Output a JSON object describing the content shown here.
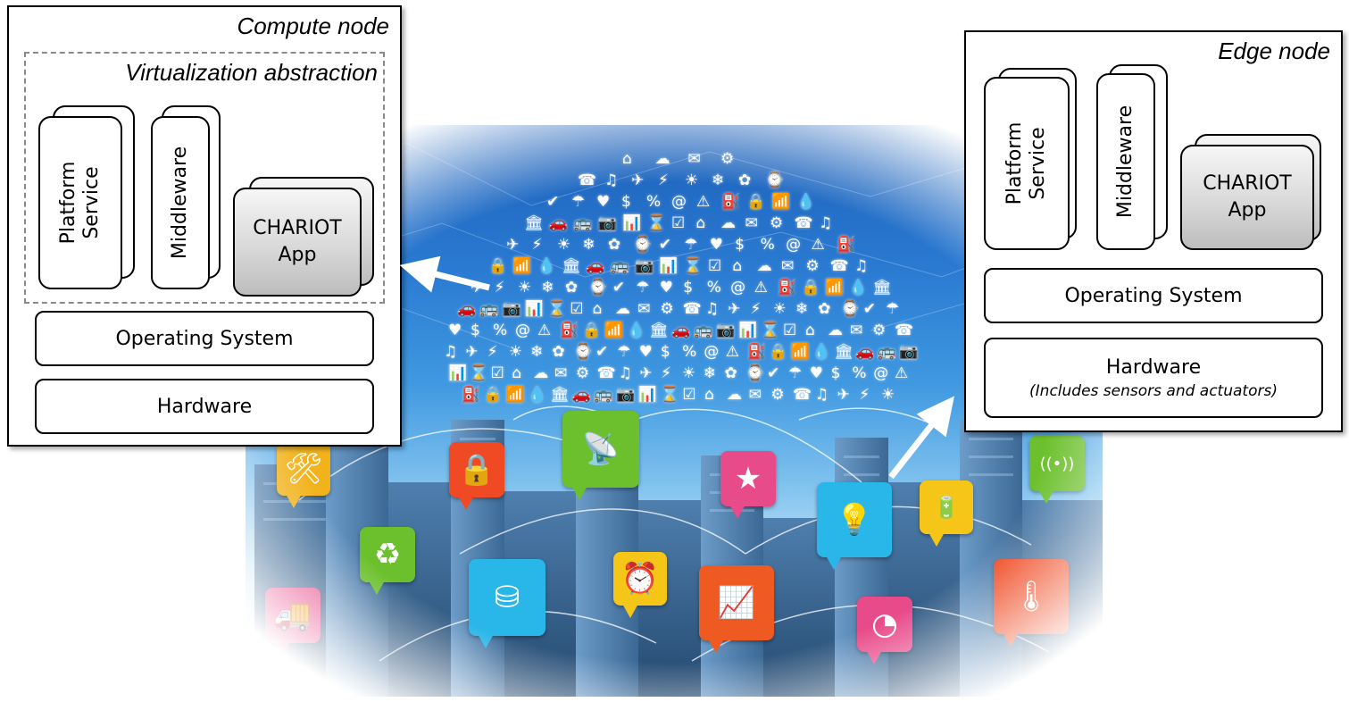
{
  "compute_node": {
    "title": "Compute node",
    "virtualization_label": "Virtualization abstraction",
    "platform_service": [
      "Platform",
      "Service"
    ],
    "middleware": "Middleware",
    "chariot_app": [
      "CHARIOT",
      "App"
    ],
    "operating_system": "Operating System",
    "hardware": "Hardware"
  },
  "edge_node": {
    "title": "Edge node",
    "platform_service": [
      "Platform",
      "Service"
    ],
    "middleware": "Middleware",
    "chariot_app": [
      "CHARIOT",
      "App"
    ],
    "operating_system": "Operating System",
    "hardware": "Hardware",
    "hardware_note": "(Includes sensors and actuators)"
  },
  "cloud_icon_glyphs": [
    "⌂",
    "☁",
    "✉",
    "⚙",
    "☎",
    "♫",
    "✈",
    "⚡",
    "☀",
    "❄",
    "✿",
    "⌚",
    "✔",
    "☂",
    "♥",
    "$",
    "%",
    "@",
    "⚠",
    "⛽",
    "🔒",
    "📶",
    "💧",
    "🏛",
    "🚗",
    "🚌",
    "📷",
    "📊",
    "⌛",
    "☑"
  ],
  "city_icons": [
    {
      "name": "tools-icon",
      "glyph": "🛠",
      "color": "#f2b21a"
    },
    {
      "name": "lock-icon",
      "glyph": "🔒",
      "color": "#ef4a23"
    },
    {
      "name": "satellite-dish-icon",
      "glyph": "📡",
      "color": "#6cc02d"
    },
    {
      "name": "police-badge-icon",
      "glyph": "★",
      "color": "#e84b8a"
    },
    {
      "name": "lightbulb-icon",
      "glyph": "💡",
      "color": "#29b6e8"
    },
    {
      "name": "battery-icon",
      "glyph": "🔋",
      "color": "#f5c518"
    },
    {
      "name": "wireless-signal-icon",
      "glyph": "((•))",
      "color": "#6cc02d"
    },
    {
      "name": "recycle-icon",
      "glyph": "♻",
      "color": "#6cc02d"
    },
    {
      "name": "database-add-icon",
      "glyph": "⛁",
      "color": "#29b6e8"
    },
    {
      "name": "clock-icon",
      "glyph": "⏰",
      "color": "#f5c518"
    },
    {
      "name": "growth-chart-icon",
      "glyph": "📈",
      "color": "#ef5a23"
    },
    {
      "name": "truck-icon",
      "glyph": "🚚",
      "color": "#e84b8a"
    },
    {
      "name": "gauge-icon",
      "glyph": "◔",
      "color": "#e84b8a"
    },
    {
      "name": "thermometer-icon",
      "glyph": "🌡",
      "color": "#ef4a23"
    }
  ]
}
